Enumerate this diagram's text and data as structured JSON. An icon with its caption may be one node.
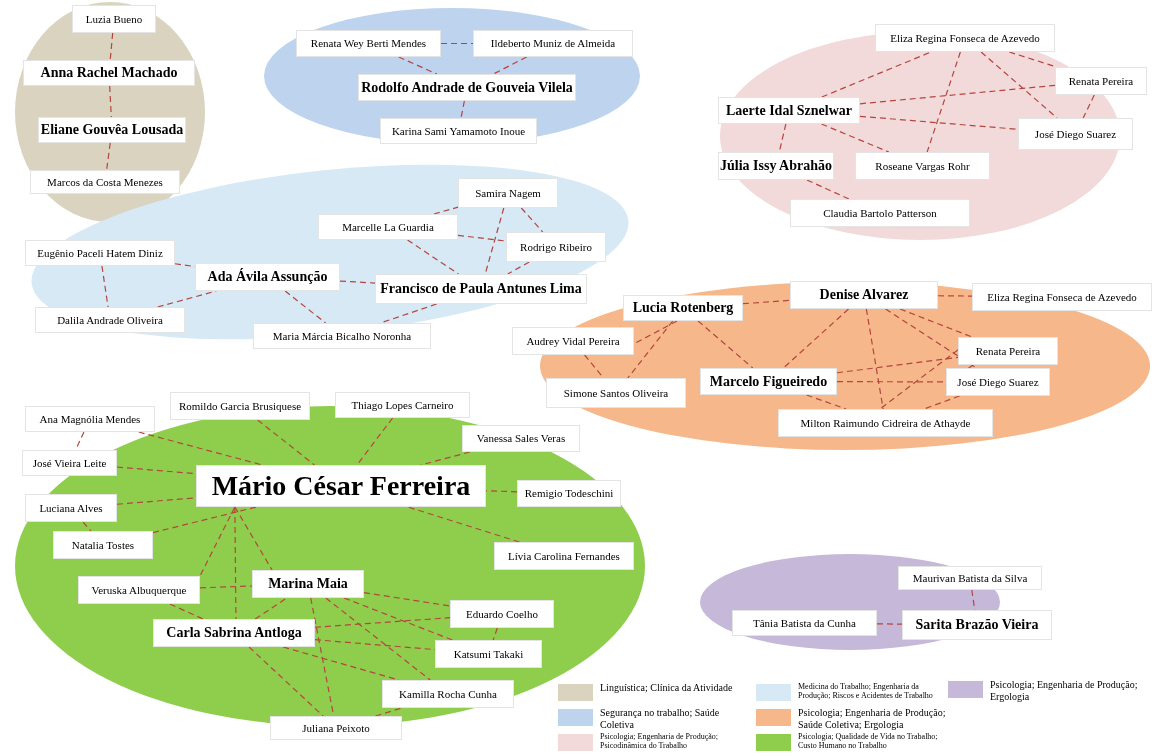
{
  "diagram": {
    "nodes": [
      {
        "text": [
          "Luzia Bueno"
        ]
      },
      {
        "text": [
          "Anna Rachel Machado"
        ]
      },
      {
        "text": [
          "Eliane Gouvêa Lousada"
        ]
      },
      {
        "text": [
          "Marcos da Costa Menezes"
        ]
      },
      {
        "text": [
          "Renata Wey Berti Mendes"
        ]
      },
      {
        "text": [
          "Ildeberto Muniz de Almeida"
        ]
      },
      {
        "text": [
          "Rodolfo Andrade de Gouveia Vilela"
        ]
      },
      {
        "text": [
          "Karina Sami Yamamoto Inoue"
        ]
      },
      {
        "text": [
          "Eliza Regina Fonseca de Azevedo"
        ]
      },
      {
        "text": [
          "Renata Pereira"
        ]
      },
      {
        "text": [
          "Laerte Idal Sznelwar"
        ]
      },
      {
        "text": [
          "Júlia Issy Abrahão"
        ]
      },
      {
        "text": [
          "José Diego Suarez"
        ]
      },
      {
        "text": [
          "Roseane Vargas Rohr"
        ]
      },
      {
        "text": [
          "Claudia Bartolo Patterson"
        ]
      },
      {
        "text": [
          "Samira Nagem"
        ]
      },
      {
        "text": [
          "Marcelle La Guardia"
        ]
      },
      {
        "text": [
          "Eugênio Paceli Hatem Diniz"
        ]
      },
      {
        "text": [
          "Rodrigo Ribeiro"
        ]
      },
      {
        "text": [
          "Ada Ávila Assunção"
        ]
      },
      {
        "text": [
          "Francisco de Paula Antunes Lima"
        ]
      },
      {
        "text": [
          "Dalila Andrade Oliveira"
        ]
      },
      {
        "text": [
          "Maria Márcia Bicalho Noronha"
        ]
      },
      {
        "text": [
          "Denise Alvarez"
        ]
      },
      {
        "text": [
          "Eliza Regina Fonseca de Azevedo"
        ]
      },
      {
        "text": [
          "Lucia Rotenberg"
        ]
      },
      {
        "text": [
          "Audrey Vidal Pereira"
        ]
      },
      {
        "text": [
          "Renata Pereira"
        ]
      },
      {
        "text": [
          "Marcelo Figueiredo"
        ]
      },
      {
        "text": [
          "Simone Santos Oliveira"
        ]
      },
      {
        "text": [
          "José Diego Suarez"
        ]
      },
      {
        "text": [
          "Milton Raimundo Cidreira de Athayde"
        ]
      },
      {
        "text": [
          "Romildo Garcia Brusiquese"
        ]
      },
      {
        "text": [
          "Thiago Lopes Carneiro"
        ]
      },
      {
        "text": [
          "Ana Magnólia Mendes"
        ]
      },
      {
        "text": [
          "Vanessa Sales Veras"
        ]
      },
      {
        "text": [
          "José Vieira Leite"
        ]
      },
      {
        "text": [
          "Mário César Ferreira"
        ]
      },
      {
        "text": [
          "Remigio Todeschini"
        ]
      },
      {
        "text": [
          "Luciana Alves"
        ]
      },
      {
        "text": [
          "Natalia Tostes"
        ]
      },
      {
        "text": [
          "Lívia Carolina Fernandes"
        ]
      },
      {
        "text": [
          "Veruska Albuquerque"
        ]
      },
      {
        "text": [
          "Marina Maia"
        ]
      },
      {
        "text": [
          "Eduardo Coelho"
        ]
      },
      {
        "text": [
          "Carla Sabrina Antloga"
        ]
      },
      {
        "text": [
          "Katsumi Takaki"
        ]
      },
      {
        "text": [
          "Kamilla Rocha Cunha"
        ]
      },
      {
        "text": [
          "Juliana Peixoto"
        ]
      },
      {
        "text": [
          "Maurivan Batista da Silva"
        ]
      },
      {
        "text": [
          "Tânia Batista da Cunha"
        ]
      },
      {
        "text": [
          "Sarita Brazão Vieira"
        ]
      }
    ],
    "edges": [
      {
        "from": 0,
        "to": 1,
        "arrow": "none"
      },
      {
        "from": 1,
        "to": 2,
        "arrow": "none"
      },
      {
        "from": 2,
        "to": 3,
        "arrow": "none"
      },
      {
        "from": 4,
        "to": 5,
        "arrow": "none"
      },
      {
        "from": 4,
        "to": 6,
        "arrow": "none"
      },
      {
        "from": 5,
        "to": 6,
        "arrow": "none"
      },
      {
        "from": 6,
        "to": 7,
        "arrow": "none"
      },
      {
        "from": 10,
        "to": 8,
        "arrow": "none"
      },
      {
        "from": 10,
        "to": 9,
        "arrow": "none"
      },
      {
        "from": 10,
        "to": 12,
        "arrow": "none"
      },
      {
        "from": 10,
        "to": 13,
        "arrow": "none"
      },
      {
        "from": 8,
        "to": 9,
        "arrow": "none"
      },
      {
        "from": 8,
        "to": 13,
        "arrow": "none"
      },
      {
        "from": 8,
        "to": 12,
        "arrow": "none"
      },
      {
        "from": 9,
        "to": 12,
        "arrow": "none"
      },
      {
        "from": 10,
        "to": 11,
        "arrow": "none"
      },
      {
        "from": 11,
        "to": 14,
        "arrow": "none"
      },
      {
        "from": 16,
        "to": 15,
        "arrow": "none"
      },
      {
        "from": 16,
        "to": 18,
        "arrow": "none"
      },
      {
        "from": 16,
        "to": 20,
        "arrow": "none"
      },
      {
        "from": 15,
        "to": 18,
        "arrow": "none"
      },
      {
        "from": 15,
        "to": 20,
        "arrow": "none"
      },
      {
        "from": 18,
        "to": 20,
        "arrow": "none"
      },
      {
        "from": 17,
        "to": 19,
        "arrow": "none"
      },
      {
        "from": 21,
        "to": 19,
        "arrow": "none"
      },
      {
        "from": 17,
        "to": 21,
        "arrow": "none"
      },
      {
        "from": 19,
        "to": 20,
        "arrow": "none"
      },
      {
        "from": 19,
        "to": 22,
        "arrow": "none"
      },
      {
        "from": 20,
        "to": 22,
        "arrow": "none"
      },
      {
        "from": 25,
        "to": 23,
        "arrow": "none"
      },
      {
        "from": 23,
        "to": 28,
        "arrow": "none"
      },
      {
        "from": 25,
        "to": 28,
        "arrow": "none"
      },
      {
        "from": 25,
        "to": 26,
        "arrow": "none"
      },
      {
        "from": 25,
        "to": 29,
        "arrow": "none"
      },
      {
        "from": 26,
        "to": 29,
        "arrow": "none"
      },
      {
        "from": 23,
        "to": 24,
        "arrow": "none"
      },
      {
        "from": 23,
        "to": 31,
        "arrow": "none"
      },
      {
        "from": 23,
        "to": 30,
        "arrow": "none"
      },
      {
        "from": 23,
        "to": 27,
        "arrow": "none"
      },
      {
        "from": 28,
        "to": 27,
        "arrow": "none"
      },
      {
        "from": 28,
        "to": 30,
        "arrow": "none"
      },
      {
        "from": 28,
        "to": 31,
        "arrow": "none"
      },
      {
        "from": 27,
        "to": 31,
        "arrow": "none"
      },
      {
        "from": 30,
        "to": 31,
        "arrow": "none"
      },
      {
        "from": 27,
        "to": 30,
        "arrow": "none"
      },
      {
        "from": 34,
        "to": 36,
        "arrow": "none"
      },
      {
        "from": 34,
        "to": 37,
        "arrow": "none"
      },
      {
        "from": 36,
        "to": 37,
        "arrow": "none"
      },
      {
        "from": 39,
        "to": 37,
        "arrow": "none"
      },
      {
        "from": 40,
        "to": 37,
        "arrow": "none"
      },
      {
        "from": 39,
        "to": 40,
        "arrow": "none"
      },
      {
        "from": 32,
        "to": 37,
        "arrow": "none"
      },
      {
        "from": 33,
        "to": 37,
        "arrow": "none"
      },
      {
        "from": 35,
        "to": 37,
        "arrow": "none"
      },
      {
        "from": 38,
        "to": 37,
        "arrow": "none"
      },
      {
        "from": 41,
        "to": 37,
        "arrow": "none"
      },
      {
        "from": 37,
        "to": 42,
        "arrow": "none"
      },
      {
        "from": 37,
        "to": 45,
        "arrow": "none"
      },
      {
        "from": 37,
        "to": 43,
        "arrow": "none"
      },
      {
        "from": 42,
        "to": 43,
        "arrow": "none"
      },
      {
        "from": 42,
        "to": 45,
        "arrow": "none"
      },
      {
        "from": 45,
        "to": 43,
        "arrow": "none"
      },
      {
        "from": 43,
        "to": 44,
        "arrow": "none"
      },
      {
        "from": 43,
        "to": 46,
        "arrow": "none"
      },
      {
        "from": 43,
        "to": 47,
        "arrow": "none"
      },
      {
        "from": 43,
        "to": 48,
        "arrow": "none"
      },
      {
        "from": 45,
        "to": 44,
        "arrow": "none"
      },
      {
        "from": 45,
        "to": 46,
        "arrow": "none"
      },
      {
        "from": 45,
        "to": 47,
        "arrow": "none"
      },
      {
        "from": 45,
        "to": 48,
        "arrow": "none"
      },
      {
        "from": 48,
        "to": 47,
        "arrow": "none"
      },
      {
        "from": 44,
        "to": 46,
        "arrow": "none"
      },
      {
        "from": 49,
        "to": 51,
        "arrow": "none"
      },
      {
        "from": 50,
        "to": 51,
        "arrow": "none"
      }
    ],
    "legend": [
      {
        "text": "Linguística; Clínica da Atividade",
        "color": "#d9d3bf"
      },
      {
        "text": "Medicina do Trabalho; Engenharia da Produção; Riscos e Acidentes de Trabalho",
        "color": "#d6e9f5"
      },
      {
        "text": "Psicologia; Engenharia de Produção; Ergologia",
        "color": "#c6b8d9"
      },
      {
        "text": "Segurança no trabalho; Saúde Coletiva",
        "color": "#bdd3ee"
      },
      {
        "text": "Psicologia; Engenharia de Produção; Saúde Coletiva; Ergologia",
        "color": "#f6b88a"
      },
      {
        "text": "Psicologia; Engenharia de Produção; Psicodinâmica do Trabalho",
        "color": "#f2d9da"
      },
      {
        "text": "Psicologia; Qualidade de Vida no Trabalho; Custo Humano no Trabalho",
        "color": "#8fce4d"
      }
    ]
  }
}
